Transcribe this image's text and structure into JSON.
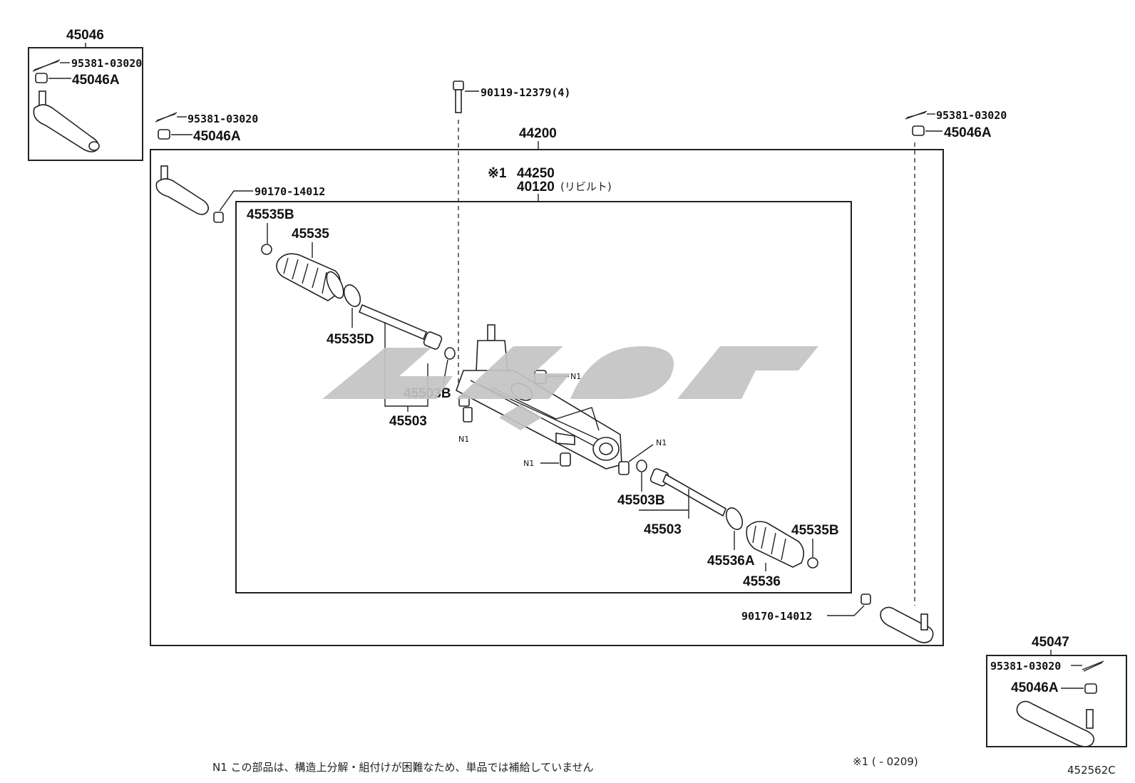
{
  "diagram_code": "452562C",
  "footnote": "N1 この部品は、構造上分解・組付けが困難なため、単品では補給していません",
  "date_note": "※1 (    - 0209)",
  "assembly": {
    "outer_label": "44200",
    "inner_note_mark": "※1",
    "inner_label_1": "44250",
    "inner_label_2": "40120",
    "inner_label_2_suffix": "(リビルト)"
  },
  "kit_left": {
    "title": "45046",
    "pin": "95381-03020",
    "nut": "45046A"
  },
  "kit_right": {
    "title": "45047",
    "pin": "95381-03020",
    "nut": "45046A"
  },
  "loose_left": {
    "pin": "95381-03020",
    "nut": "45046A"
  },
  "loose_right": {
    "pin": "95381-03020",
    "nut": "45046A"
  },
  "bolt": "90119-12379(4)",
  "nut_left": "90170-14012",
  "nut_right": "90170-14012",
  "parts": {
    "clamp_left": "45535B",
    "boot_left": "45535",
    "band_left": "45535D",
    "washer_left": "45503B",
    "rod_left": "45503",
    "washer_right": "45503B",
    "rod_right": "45503",
    "band_right": "45536A",
    "boot_right": "45536",
    "clamp_right": "45535B"
  },
  "n1_label": "N1"
}
